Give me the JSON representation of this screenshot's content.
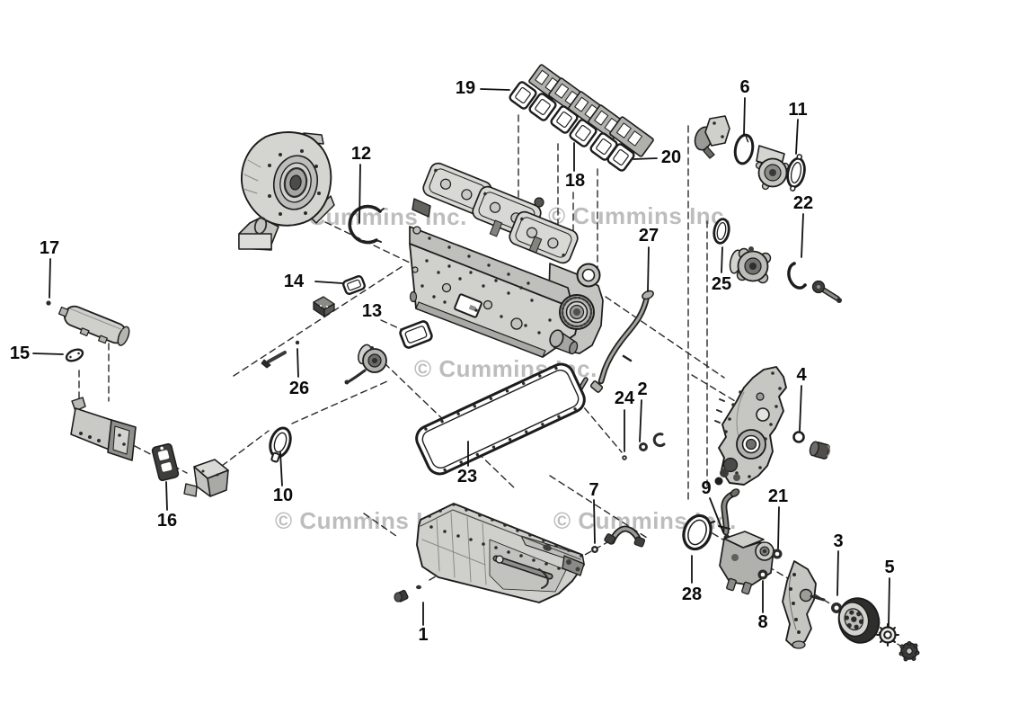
{
  "diagram": {
    "type": "exploded-parts-diagram",
    "watermark": {
      "text": "© Cummins Inc."
    },
    "callouts": [
      {
        "label": "1"
      },
      {
        "label": "2"
      },
      {
        "label": "3"
      },
      {
        "label": "4"
      },
      {
        "label": "5"
      },
      {
        "label": "6"
      },
      {
        "label": "7"
      },
      {
        "label": "8"
      },
      {
        "label": "9"
      },
      {
        "label": "10"
      },
      {
        "label": "11"
      },
      {
        "label": "12"
      },
      {
        "label": "13"
      },
      {
        "label": "14"
      },
      {
        "label": "15"
      },
      {
        "label": "16"
      },
      {
        "label": "17"
      },
      {
        "label": "18"
      },
      {
        "label": "19"
      },
      {
        "label": "20"
      },
      {
        "label": "21"
      },
      {
        "label": "22"
      },
      {
        "label": "23"
      },
      {
        "label": "24"
      },
      {
        "label": "25"
      },
      {
        "label": "26"
      },
      {
        "label": "27"
      },
      {
        "label": "28"
      }
    ]
  },
  "colors": {
    "background": "#ffffff",
    "line": "#1c1c1c",
    "watermark": "#bdbdbd",
    "label": "#0a0a0a"
  }
}
